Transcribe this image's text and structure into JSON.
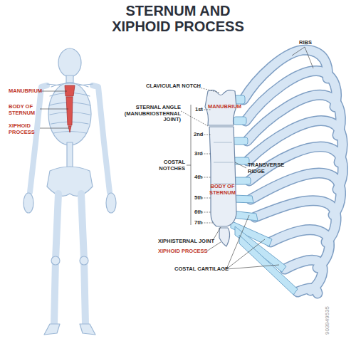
{
  "diagram": {
    "title": "STERNUM AND XIPHOID PROCESS",
    "labels": [
      "MANUBRIUM",
      "BODY OF STERNUM",
      "XIPHOID PROCESS",
      "CLAVICULAR NOTCH",
      "STERNAL ANGLE (MANUBRIOSTERNAL JOINT)",
      "1st",
      "2nd",
      "3rd",
      "4th",
      "5th",
      "6th",
      "7th",
      "COSTAL NOTCHES",
      "RIBS",
      "MANUBRIUM",
      "TRANSVERSE RIDGE",
      "BODY OF STERNUM",
      "XIPHISTERNAL JOINT",
      "XIPHOID PROCESS",
      "COSTAL CARTILAGE",
      "903949535"
    ]
  }
}
